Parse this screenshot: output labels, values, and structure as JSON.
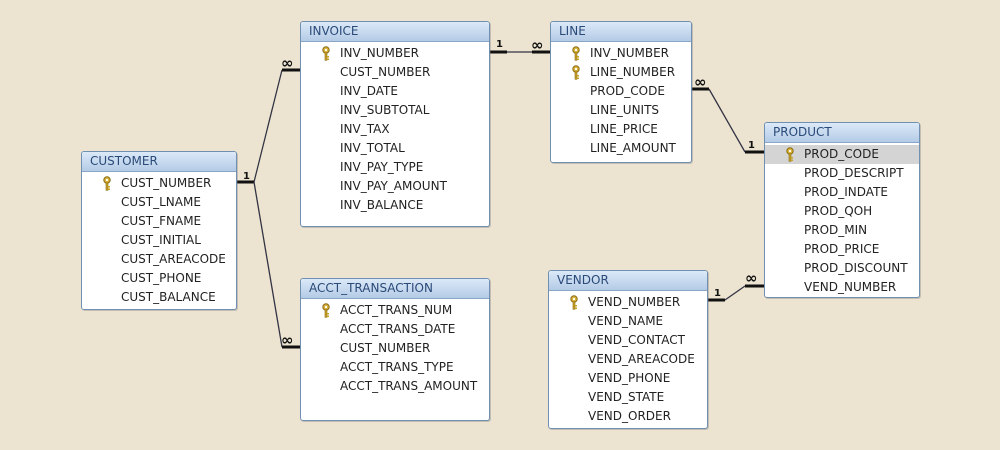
{
  "tables": {
    "invoice": {
      "title": "INVOICE",
      "fields": [
        "INV_NUMBER",
        "CUST_NUMBER",
        "INV_DATE",
        "INV_SUBTOTAL",
        "INV_TAX",
        "INV_TOTAL",
        "INV_PAY_TYPE",
        "INV_PAY_AMOUNT",
        "INV_BALANCE"
      ],
      "keys": [
        "INV_NUMBER"
      ]
    },
    "line": {
      "title": "LINE",
      "fields": [
        "INV_NUMBER",
        "LINE_NUMBER",
        "PROD_CODE",
        "LINE_UNITS",
        "LINE_PRICE",
        "LINE_AMOUNT"
      ],
      "keys": [
        "INV_NUMBER",
        "LINE_NUMBER"
      ]
    },
    "customer": {
      "title": "CUSTOMER",
      "fields": [
        "CUST_NUMBER",
        "CUST_LNAME",
        "CUST_FNAME",
        "CUST_INITIAL",
        "CUST_AREACODE",
        "CUST_PHONE",
        "CUST_BALANCE"
      ],
      "keys": [
        "CUST_NUMBER"
      ]
    },
    "acct_transaction": {
      "title": "ACCT_TRANSACTION",
      "fields": [
        "ACCT_TRANS_NUM",
        "ACCT_TRANS_DATE",
        "CUST_NUMBER",
        "ACCT_TRANS_TYPE",
        "ACCT_TRANS_AMOUNT"
      ],
      "keys": [
        "ACCT_TRANS_NUM"
      ]
    },
    "product": {
      "title": "PRODUCT",
      "fields": [
        "PROD_CODE",
        "PROD_DESCRIPT",
        "PROD_INDATE",
        "PROD_QOH",
        "PROD_MIN",
        "PROD_PRICE",
        "PROD_DISCOUNT",
        "VEND_NUMBER"
      ],
      "keys": [
        "PROD_CODE"
      ],
      "selected": "PROD_CODE"
    },
    "vendor": {
      "title": "VENDOR",
      "fields": [
        "VEND_NUMBER",
        "VEND_NAME",
        "VEND_CONTACT",
        "VEND_AREACODE",
        "VEND_PHONE",
        "VEND_STATE",
        "VEND_ORDER"
      ],
      "keys": [
        "VEND_NUMBER"
      ]
    }
  },
  "relationships": [
    {
      "from": "customer",
      "to": "invoice",
      "from_card": "1",
      "to_card": "∞"
    },
    {
      "from": "customer",
      "to": "acct_transaction",
      "from_card": "1",
      "to_card": "∞"
    },
    {
      "from": "invoice",
      "to": "line",
      "from_card": "1",
      "to_card": "∞"
    },
    {
      "from": "product",
      "to": "line",
      "from_card": "1",
      "to_card": "∞"
    },
    {
      "from": "vendor",
      "to": "product",
      "from_card": "1",
      "to_card": "∞"
    }
  ],
  "colors": {
    "background": "#ece4d0",
    "table_header": "#c6d9ef",
    "table_border": "#6f8fb3",
    "selected_row": "#d4d4d4",
    "key_icon": "#c9a227"
  }
}
